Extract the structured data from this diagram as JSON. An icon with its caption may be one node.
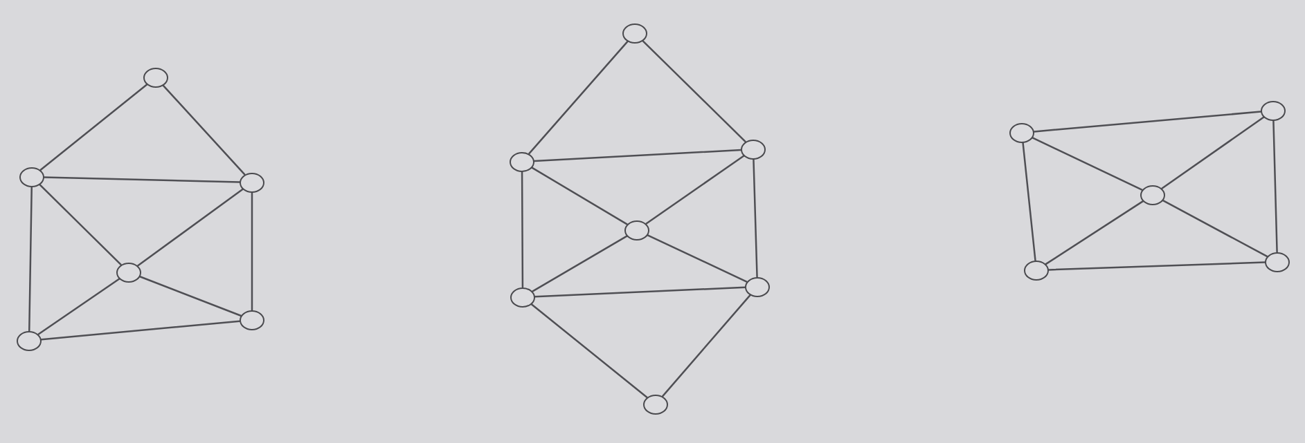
{
  "diagram": {
    "nodes": [
      {
        "text": [],
        "shape": "circle"
      },
      {
        "text": [],
        "shape": "circle"
      },
      {
        "text": [],
        "shape": "circle"
      },
      {
        "text": [],
        "shape": "circle"
      },
      {
        "text": [],
        "shape": "circle"
      },
      {
        "text": [],
        "shape": "circle"
      },
      {
        "text": [],
        "shape": "circle"
      },
      {
        "text": [],
        "shape": "circle"
      },
      {
        "text": [],
        "shape": "circle"
      },
      {
        "text": [],
        "shape": "circle"
      },
      {
        "text": [],
        "shape": "circle"
      },
      {
        "text": [],
        "shape": "circle"
      },
      {
        "text": [],
        "shape": "circle"
      },
      {
        "text": [],
        "shape": "circle"
      },
      {
        "text": [],
        "shape": "circle"
      },
      {
        "text": [],
        "shape": "circle"
      },
      {
        "text": [],
        "shape": "circle"
      },
      {
        "text": [],
        "shape": "circle"
      }
    ],
    "edges": [
      {
        "from": 0,
        "to": 1,
        "arrow": "none"
      },
      {
        "from": 0,
        "to": 2,
        "arrow": "none"
      },
      {
        "from": 1,
        "to": 2,
        "arrow": "none"
      },
      {
        "from": 1,
        "to": 3,
        "arrow": "none"
      },
      {
        "from": 1,
        "to": 4,
        "arrow": "none"
      },
      {
        "from": 2,
        "to": 3,
        "arrow": "none"
      },
      {
        "from": 3,
        "to": 4,
        "arrow": "none"
      },
      {
        "from": 3,
        "to": 5,
        "arrow": "none"
      },
      {
        "from": 2,
        "to": 5,
        "arrow": "none"
      },
      {
        "from": 4,
        "to": 5,
        "arrow": "none"
      },
      {
        "from": 6,
        "to": 7,
        "arrow": "none"
      },
      {
        "from": 6,
        "to": 8,
        "arrow": "none"
      },
      {
        "from": 7,
        "to": 8,
        "arrow": "none"
      },
      {
        "from": 7,
        "to": 9,
        "arrow": "none"
      },
      {
        "from": 8,
        "to": 9,
        "arrow": "none"
      },
      {
        "from": 9,
        "to": 10,
        "arrow": "none"
      },
      {
        "from": 9,
        "to": 11,
        "arrow": "none"
      },
      {
        "from": 7,
        "to": 10,
        "arrow": "none"
      },
      {
        "from": 8,
        "to": 11,
        "arrow": "none"
      },
      {
        "from": 10,
        "to": 11,
        "arrow": "none"
      },
      {
        "from": 10,
        "to": 12,
        "arrow": "none"
      },
      {
        "from": 11,
        "to": 12,
        "arrow": "none"
      },
      {
        "from": 13,
        "to": 14,
        "arrow": "none"
      },
      {
        "from": 13,
        "to": 15,
        "arrow": "none"
      },
      {
        "from": 15,
        "to": 14,
        "arrow": "none"
      },
      {
        "from": 13,
        "to": 16,
        "arrow": "none"
      },
      {
        "from": 14,
        "to": 17,
        "arrow": "none"
      },
      {
        "from": 15,
        "to": 16,
        "arrow": "none"
      },
      {
        "from": 15,
        "to": 17,
        "arrow": "none"
      },
      {
        "from": 16,
        "to": 17,
        "arrow": "none"
      }
    ]
  }
}
